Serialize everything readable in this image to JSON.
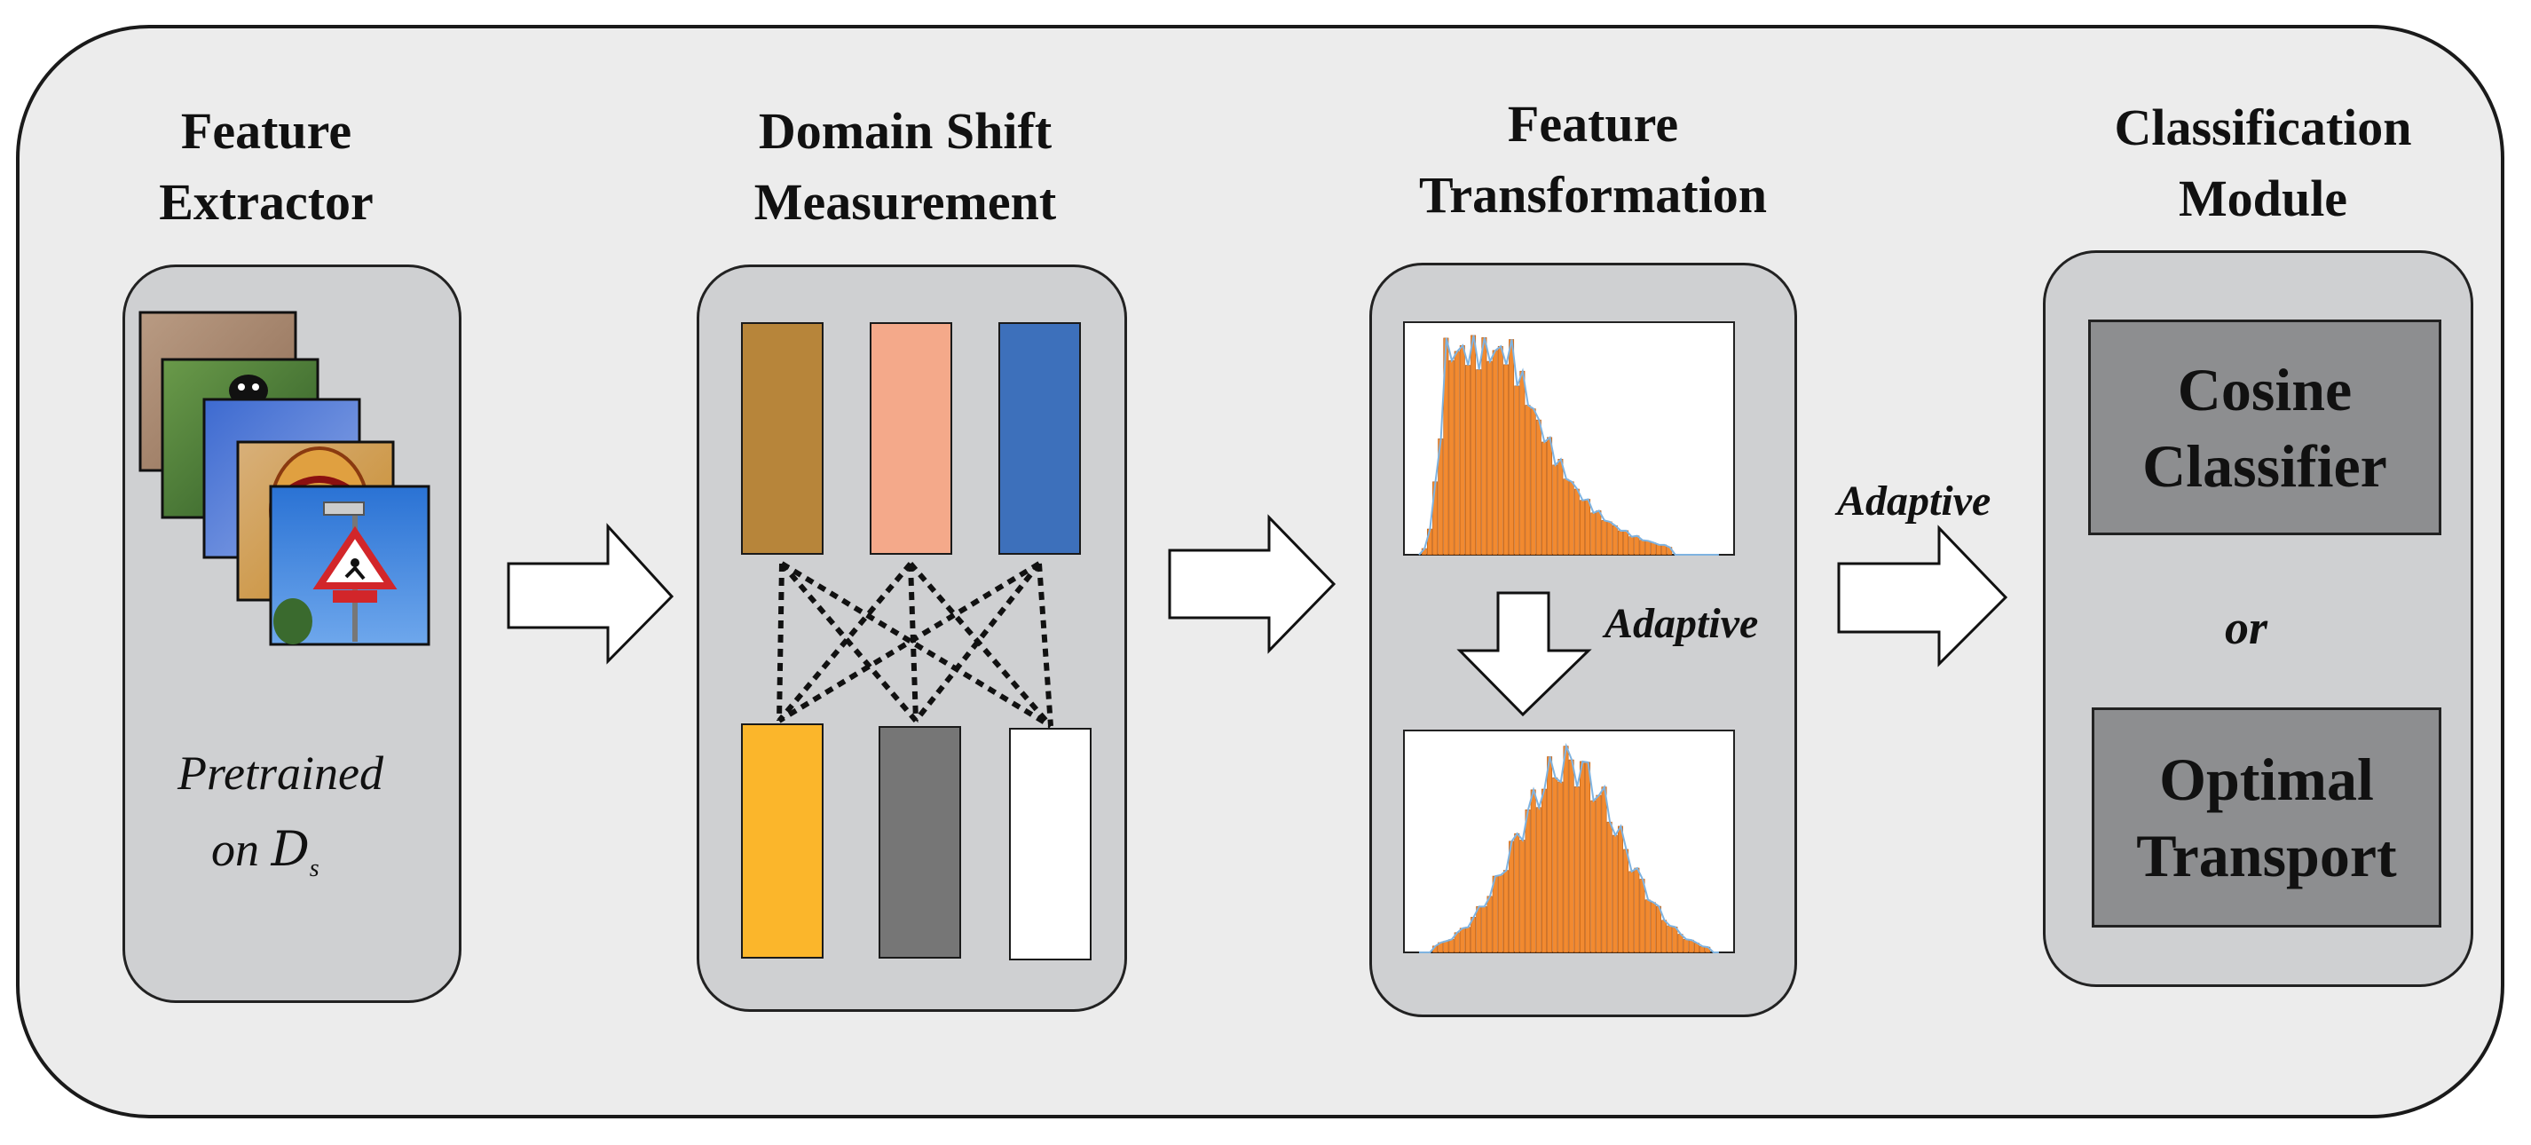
{
  "titles": {
    "feature_extractor": [
      "Feature",
      "Extractor"
    ],
    "domain_shift": [
      "Domain Shift",
      "Measurement"
    ],
    "feature_transformation": [
      "Feature",
      "Transformation"
    ],
    "classification": [
      "Classification",
      "Module"
    ]
  },
  "feature_extractor": {
    "caption_line1": "Pretrained",
    "caption_on": "on ",
    "caption_symbol": "D",
    "caption_subscript": "s"
  },
  "domain_shift": {
    "top_colors": [
      "#b7853a",
      "#f4a98a",
      "#3d70bb"
    ],
    "bottom_colors": [
      "#fbb62b",
      "#767676",
      "#ffffff"
    ]
  },
  "transformation": {
    "arrow_label": "Adaptive",
    "histogram_color": "#f28a30",
    "curve_color": "#7fb3e0"
  },
  "connector_label": "Adaptive",
  "classification": {
    "option1": [
      "Cosine",
      "Classifier"
    ],
    "or_label": "or",
    "option2": [
      "Optimal",
      "Transport"
    ]
  }
}
